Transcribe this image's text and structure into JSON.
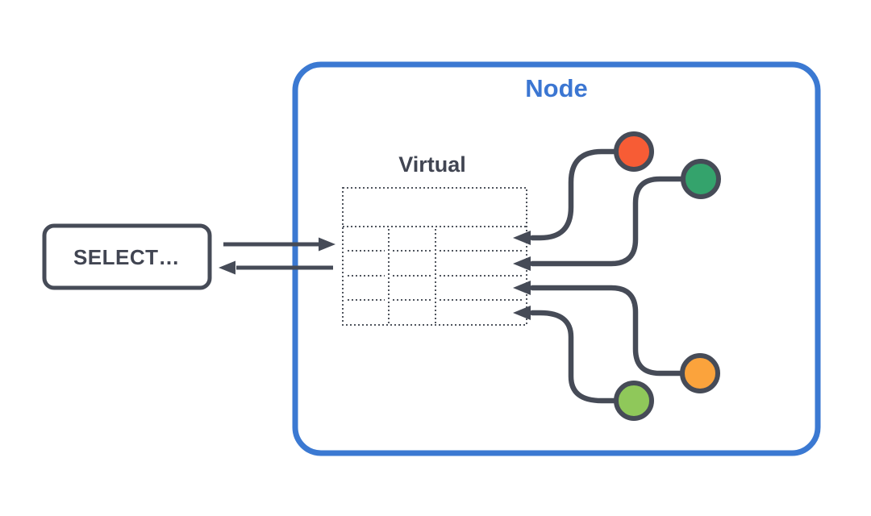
{
  "palette": {
    "line": "#464b57",
    "text": "#414552",
    "dotted": "#50555e",
    "background": "#ffffff"
  },
  "node": {
    "label": "Node",
    "border_color": "#3b79d2",
    "label_color": "#3b76d2"
  },
  "select_box": {
    "label": "SELECT…"
  },
  "virtual_table": {
    "label": "Virtual",
    "rows": 4,
    "columns": 3
  },
  "shards": [
    {
      "name": "shard-red",
      "color": "#f75c35"
    },
    {
      "name": "shard-green",
      "color": "#34a36c"
    },
    {
      "name": "shard-orange",
      "color": "#fba33c"
    },
    {
      "name": "shard-light-green",
      "color": "#8fc85a"
    }
  ]
}
